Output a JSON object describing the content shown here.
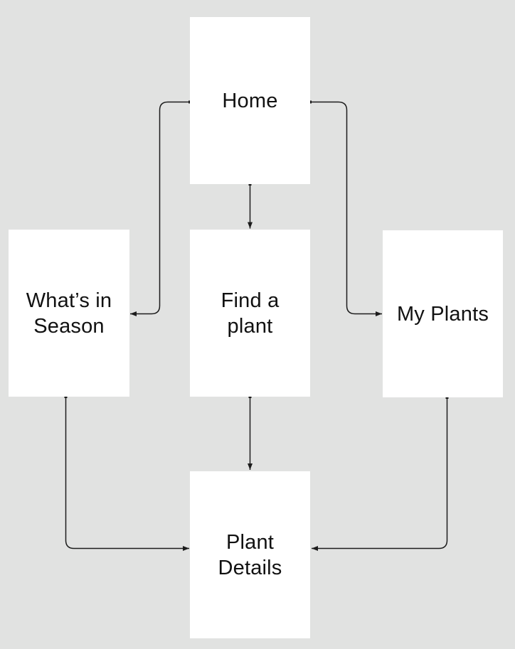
{
  "canvas": {
    "background_color": "#e1e2e1",
    "node_fill_color": "#ffffff",
    "connector_color": "#1c1c1c",
    "text_color": "#111111"
  },
  "nodes": {
    "home": {
      "label": "Home",
      "lines": [
        "Home"
      ]
    },
    "whats_in_season": {
      "label": "What’s in Season",
      "lines": [
        "What’s in",
        "Season"
      ]
    },
    "find_a_plant": {
      "label": "Find a plant",
      "lines": [
        "Find a",
        "plant"
      ]
    },
    "my_plants": {
      "label": "My Plants",
      "lines": [
        "My Plants"
      ]
    },
    "plant_details": {
      "label": "Plant Details",
      "lines": [
        "Plant",
        "Details"
      ]
    }
  },
  "edges": [
    {
      "from": "Home",
      "to": "Find a plant",
      "direction": "down"
    },
    {
      "from": "Home",
      "to": "What’s in Season",
      "direction": "left-down"
    },
    {
      "from": "Home",
      "to": "My Plants",
      "direction": "right-down"
    },
    {
      "from": "Find a plant",
      "to": "Plant Details",
      "direction": "down"
    },
    {
      "from": "What’s in Season",
      "to": "Plant Details",
      "direction": "down-right"
    },
    {
      "from": "My Plants",
      "to": "Plant Details",
      "direction": "down-left"
    }
  ]
}
